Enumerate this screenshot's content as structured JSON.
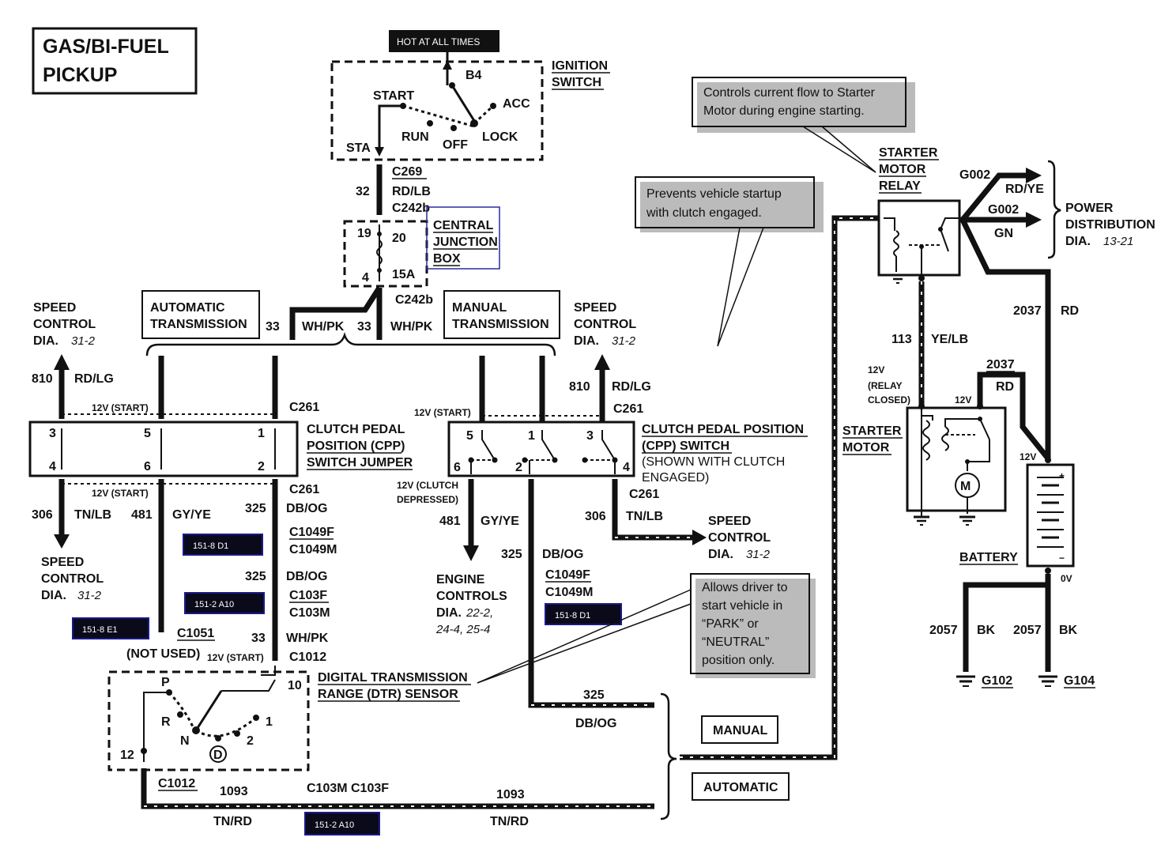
{
  "title_line1": "GAS/BI-FUEL",
  "title_line2": "PICKUP",
  "hot_label": "HOT AT ALL TIMES",
  "ignition": {
    "title1": "IGNITION",
    "title2": "SWITCH",
    "b4": "B4",
    "start": "START",
    "acc": "ACC",
    "run": "RUN",
    "off": "OFF",
    "lock": "LOCK",
    "sta": "STA"
  },
  "top_wire": {
    "c269": "C269",
    "num": "32",
    "color": "RD/LB",
    "c242b": "C242b",
    "c242b2": "C242b"
  },
  "cjb": {
    "t1": "CENTRAL",
    "t2": "JUNCTION",
    "t3": "BOX",
    "p19": "19",
    "p20": "20",
    "p4": "4",
    "f15a": "15A"
  },
  "whpk": {
    "n1": "33",
    "c1": "WH/PK",
    "n2": "33",
    "c2": "WH/PK"
  },
  "auto_trans": {
    "l1": "AUTOMATIC",
    "l2": "TRANSMISSION"
  },
  "man_trans": {
    "l1": "MANUAL",
    "l2": "TRANSMISSION"
  },
  "speed_left_top": {
    "l1": "SPEED",
    "l2": "CONTROL",
    "l3": "DIA.",
    "ref": "31-2"
  },
  "speed_right_top": {
    "l1": "SPEED",
    "l2": "CONTROL",
    "l3": "DIA.",
    "ref": "31-2"
  },
  "w810_left": {
    "num": "810",
    "color": "RD/LG"
  },
  "w810_right": {
    "num": "810",
    "color": "RD/LG"
  },
  "v12_start": "12V (START)",
  "c261": "C261",
  "cpp_jumper": {
    "l1": "CLUTCH PEDAL",
    "l2": "POSITION (CPP)",
    "l3": "SWITCH JUMPER",
    "p3": "3",
    "p5": "5",
    "p1": "1",
    "p4": "4",
    "p6": "6",
    "p2": "2"
  },
  "cpp_switch": {
    "l1": "CLUTCH PEDAL POSITION",
    "l2": "(CPP) SWITCH",
    "l3": "(SHOWN WITH CLUTCH",
    "l4": "ENGAGED)",
    "p5": "5",
    "p1": "1",
    "p3": "3",
    "p6": "6",
    "p2": "2",
    "p4": "4"
  },
  "v12_clutch": {
    "l1": "12V (CLUTCH",
    "l2": "DEPRESSED)"
  },
  "w306_left": {
    "num": "306",
    "color": "TN/LB"
  },
  "w481_left": {
    "num": "481",
    "color": "GY/YE"
  },
  "w325_a": {
    "num": "325",
    "color": "DB/OG"
  },
  "c1049f": "C1049F",
  "c1049m": "C1049M",
  "w325_b": {
    "num": "325",
    "color": "DB/OG"
  },
  "c103f": "C103F",
  "c103m": "C103M",
  "w33": {
    "num": "33",
    "color": "WH/PK"
  },
  "c1012": "C1012",
  "c1051": "C1051",
  "not_used": "(NOT USED)",
  "speed_left_bot": {
    "l1": "SPEED",
    "l2": "CONTROL",
    "l3": "DIA.",
    "ref": "31-2"
  },
  "tags": {
    "t1": "151-8 D1",
    "t2": "151-2 A10",
    "t3": "151-8 E1",
    "t4": "151-8 D1",
    "t5": "151-2 A10"
  },
  "w481_right": {
    "num": "481",
    "color": "GY/YE"
  },
  "w306_right": {
    "num": "306",
    "color": "TN/LB"
  },
  "speed_right_bot": {
    "l1": "SPEED",
    "l2": "CONTROL",
    "l3": "DIA.",
    "ref": "31-2"
  },
  "w325_right": {
    "num": "325",
    "color": "DB/OG"
  },
  "engine": {
    "l1": "ENGINE",
    "l2": "CONTROLS",
    "l3": "DIA.",
    "ref1": "22-2,",
    "ref2": "24-4, 25-4"
  },
  "dtr": {
    "l1": "DIGITAL TRANSMISSION",
    "l2": "RANGE (DTR) SENSOR",
    "p": "P",
    "r": "R",
    "n": "N",
    "d": "D",
    "two": "2",
    "one": "1",
    "p10": "10",
    "p12": "12"
  },
  "w325_bottom": {
    "num": "325",
    "color": "DB/OG"
  },
  "bottom": {
    "c1012": "C1012",
    "num1": "1093",
    "c103m": "C103M",
    "c103f": "C103F",
    "num2": "1093",
    "col1": "TN/RD",
    "col2": "TN/RD"
  },
  "manual_label": "MANUAL",
  "automatic_label": "AUTOMATIC",
  "callout1": {
    "l1": "Controls current flow to Starter",
    "l2": "Motor during engine starting."
  },
  "callout2": {
    "l1": "Prevents vehicle startup",
    "l2": "with clutch engaged."
  },
  "callout3": {
    "l1": "Allows driver to",
    "l2": "start vehicle in",
    "l3": "“PARK” or",
    "l4": "“NEUTRAL”",
    "l5": "position only."
  },
  "relay": {
    "l1": "STARTER",
    "l2": "MOTOR",
    "l3": "RELAY"
  },
  "g002a": {
    "name": "G002",
    "color": "RD/YE"
  },
  "g002b": {
    "name": "G002",
    "color": "GN"
  },
  "power_dist": {
    "l1": "POWER",
    "l2": "DISTRIBUTION",
    "l3": "DIA.",
    "ref": "13-21"
  },
  "w2037": {
    "num": "2037",
    "color": "RD"
  },
  "w2037b": {
    "num": "2037",
    "color": "RD"
  },
  "w113": {
    "num": "113",
    "color": "YE/LB"
  },
  "relay_closed": {
    "l1": "12V",
    "l2": "(RELAY",
    "l3": "CLOSED)"
  },
  "starter_motor": {
    "l1": "STARTER",
    "l2": "MOTOR",
    "v12": "12V",
    "m": "M"
  },
  "battery": {
    "label": "BATTERY",
    "v12": "12V",
    "v0": "0V",
    "plus": "+",
    "minus": "−"
  },
  "ground_left": {
    "num": "2057",
    "color": "BK",
    "g": "G102"
  },
  "ground_right": {
    "num": "2057",
    "color": "BK",
    "g": "G104"
  }
}
